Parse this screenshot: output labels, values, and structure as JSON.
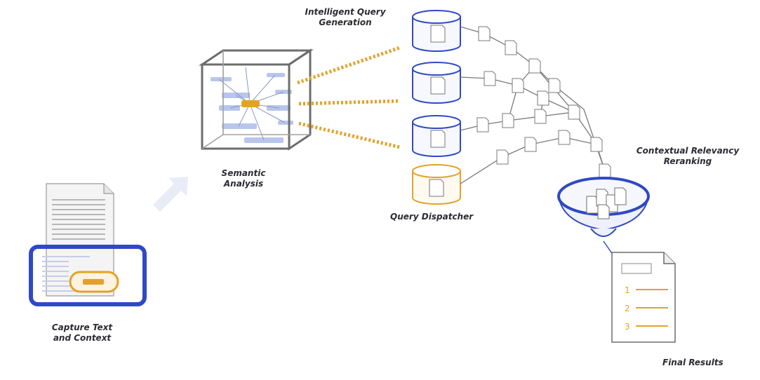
{
  "labels": {
    "capture": "Capture Text\nand Context",
    "semantic": "Semantic\nAnalysis",
    "query_gen": "Intelligent Query\nGeneration",
    "dispatcher": "Query Dispatcher",
    "reranking": "Contextual Relevancy\nReranking",
    "final": "Final Results"
  },
  "results": {
    "items": [
      "1",
      "2",
      "3"
    ]
  },
  "colors": {
    "blue": "#2f49c4",
    "orange": "#e4a12a",
    "gray": "#6d6d6d",
    "light_blue": "#cfd8ef"
  }
}
